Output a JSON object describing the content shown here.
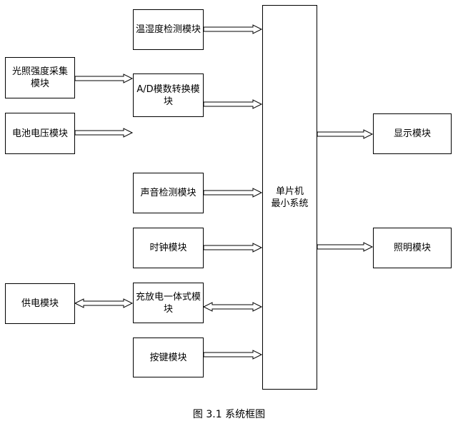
{
  "modules": {
    "temp_humidity": "温湿度检测模块",
    "light": "光照强度采集模块",
    "adc": "A/D模数转换模块",
    "battery": "电池电压模块",
    "sound": "声音检测模块",
    "clock": "时钟模块",
    "power_supply": "供电模块",
    "charger": "充放电一体式模块",
    "keys": "按键模块",
    "mcu_line1": "单片机",
    "mcu_line2": "最小系统",
    "display": "显示模块",
    "lighting": "照明模块"
  },
  "caption": "图 3.1  系统框图"
}
